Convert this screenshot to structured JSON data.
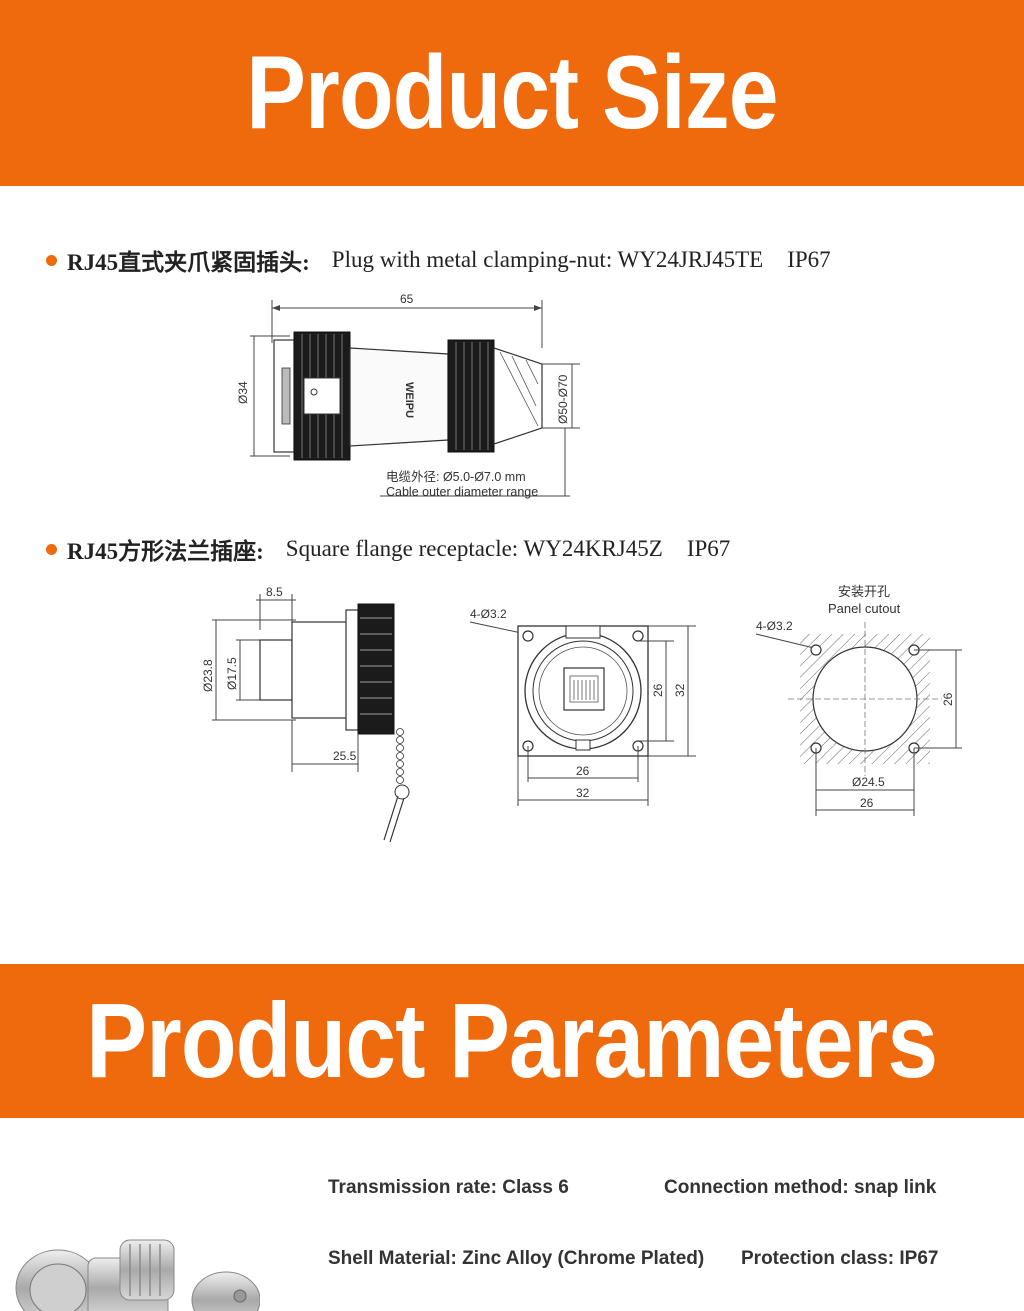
{
  "banners": {
    "size_title": "Product Size",
    "params_title": "Product Parameters"
  },
  "plug": {
    "cn": "RJ45直式夹爪紧固插头:",
    "en": "Plug with metal clamping-nut: WY24JRJ45TE",
    "ip": "IP67",
    "dim_length": "65",
    "dim_body": "Ø34",
    "dim_nut": "Ø50-Ø70",
    "brand": "WEIPU",
    "cable_cn": "电缆外径: Ø5.0-Ø7.0 mm",
    "cable_en": "Cable outer diameter range"
  },
  "receptacle": {
    "cn": "RJ45方形法兰插座:",
    "en": "Square flange receptacle: WY24KRJ45Z",
    "ip": "IP67",
    "side_top": "8.5",
    "side_outer": "Ø23.8",
    "side_inner": "Ø17.5",
    "side_len": "25.5",
    "front_holes": "4-Ø3.2",
    "front_inner_h": "26",
    "front_outer_h": "32",
    "front_inner_w": "26",
    "front_outer_w": "32",
    "cutout_cn": "安装开孔",
    "cutout_en": "Panel cutout",
    "cutout_holes": "4-Ø3.2",
    "cutout_h": "26",
    "cutout_dia": "Ø24.5",
    "cutout_w": "26"
  },
  "params": {
    "transmission": "Transmission rate: Class 6",
    "connection": "Connection method: snap link",
    "shell": "Shell Material: Zinc Alloy (Chrome Plated)",
    "protection": "Protection class: IP67"
  },
  "colors": {
    "accent": "#ee6a0c"
  }
}
